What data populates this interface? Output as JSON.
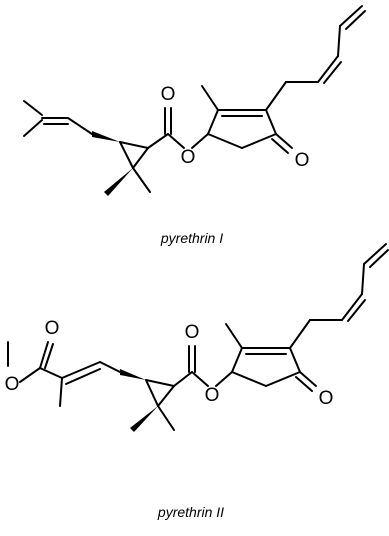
{
  "structures": [
    {
      "caption": "pyrethrin I",
      "atoms": {
        "carbonyl_oxygen": "O",
        "ester_oxygen": "O",
        "ketone_oxygen": "O"
      }
    },
    {
      "caption": "pyrethrin II",
      "atoms": {
        "methoxy_oxygen": "O",
        "methyl_ester_carbonyl_oxygen": "O",
        "carbonyl_oxygen": "O",
        "ester_oxygen": "O",
        "ketone_oxygen": "O"
      }
    }
  ],
  "colors": {
    "ink": "#000000",
    "background": "#ffffff"
  }
}
